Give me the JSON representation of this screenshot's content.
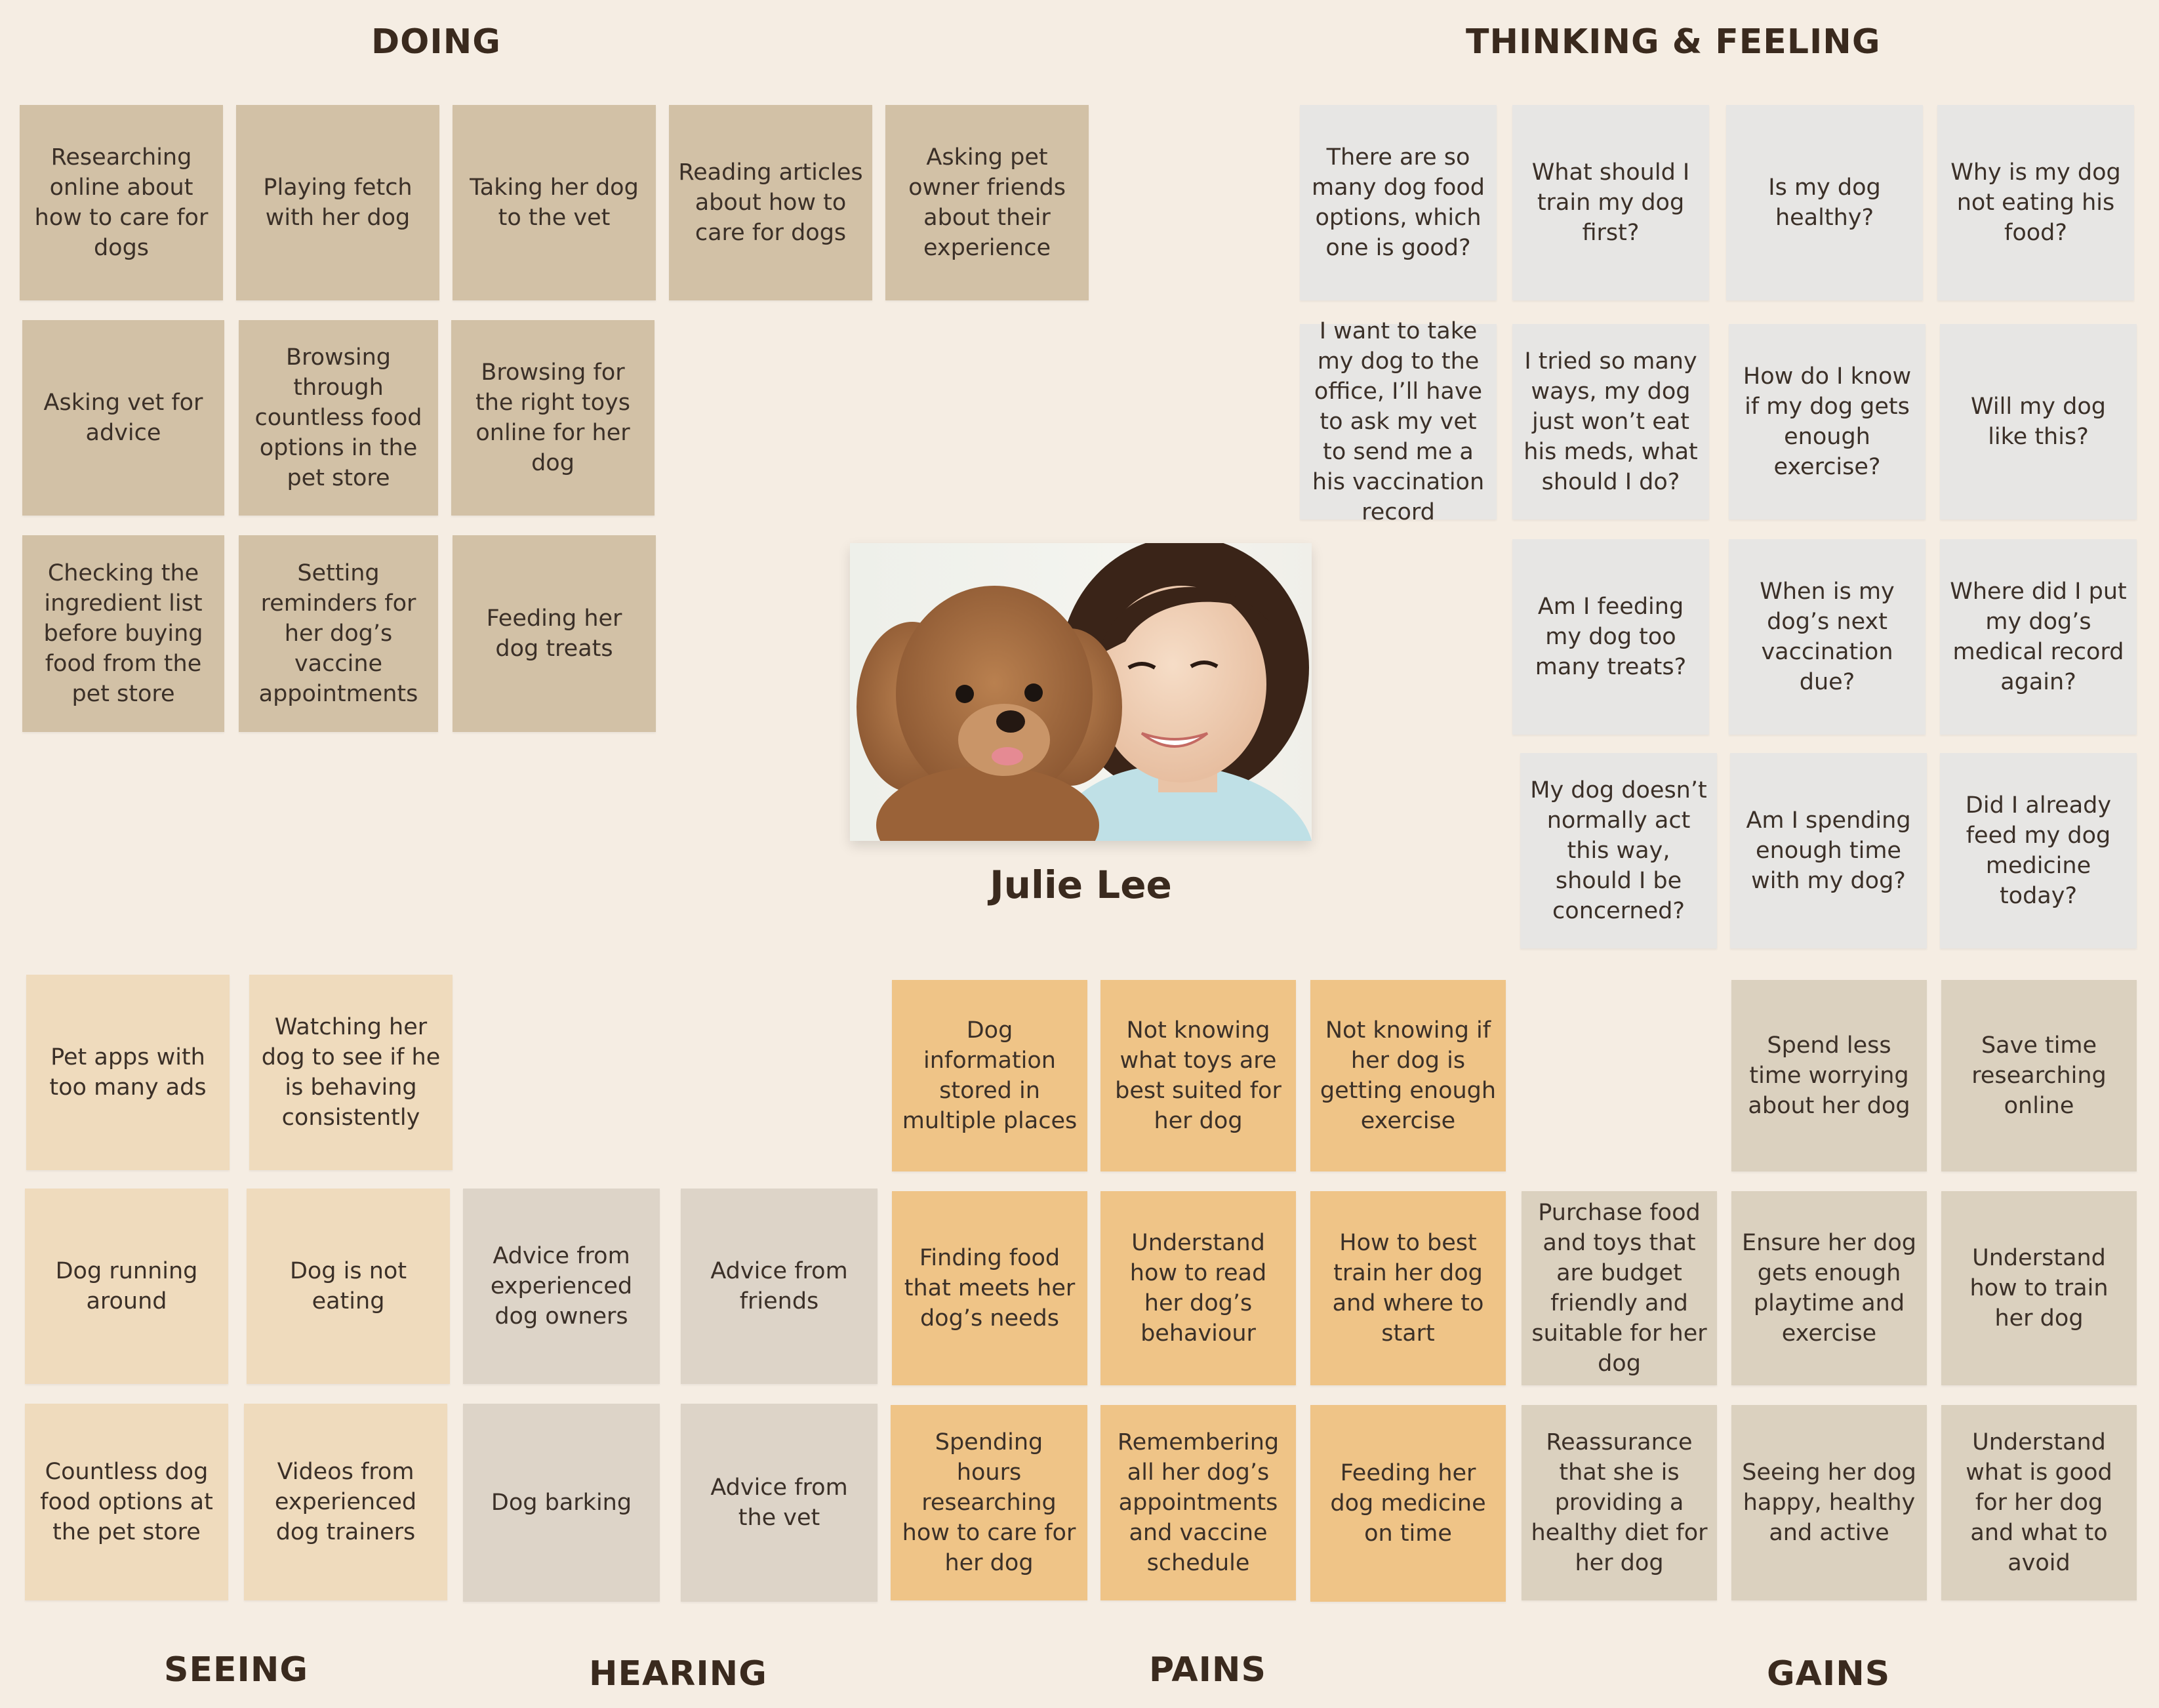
{
  "sections": {
    "doing": "DOING",
    "thinking_feeling": "THINKING & FEELING",
    "seeing": "SEEING",
    "hearing": "HEARING",
    "pains": "PAINS",
    "gains": "GAINS"
  },
  "persona": {
    "name": "Julie Lee",
    "photo": "woman-with-poodle-photo"
  },
  "doing": [
    "Researching online about how to care for dogs",
    "Playing fetch with her dog",
    "Taking her dog to the vet",
    "Reading articles about how to care for dogs",
    "Asking pet owner friends about their experience",
    "Asking vet for advice",
    "Browsing through countless food options in the pet store",
    "Browsing for the right toys online for her dog",
    "Checking the ingredient list before buying food from the pet store",
    "Setting reminders for her dog’s vaccine appointments",
    "Feeding her dog treats"
  ],
  "thinking_feeling": [
    "There are so many dog food options, which one is good?",
    "What should I train my dog first?",
    "Is my dog healthy?",
    "Why is my dog not eating his food?",
    "I want to take my dog to the office, I’ll have to ask my vet to send me a his vaccination record",
    "I tried so many ways, my dog just won’t eat his meds, what should I do?",
    "How do I know if my dog gets enough exercise?",
    "Will my dog like this?",
    "Am I feeding my dog too many treats?",
    "When is my dog’s next vaccination due?",
    "Where did I put my dog’s medical record again?",
    "My dog doesn’t normally act this way, should I be concerned?",
    "Am I spending enough time with my dog?",
    "Did I already feed my dog medicine today?"
  ],
  "seeing": [
    "Pet apps with too many ads",
    "Watching her dog to see if he is behaving consistently",
    "Dog running around",
    "Dog is not eating",
    "Countless dog food options at the pet store",
    "Videos from experienced dog trainers"
  ],
  "hearing": [
    "Advice from experienced dog owners",
    "Advice from friends",
    "Dog barking",
    "Advice from the vet"
  ],
  "pains": [
    "Dog information stored in multiple places",
    "Not knowing what toys are best suited for her dog",
    "Not knowing if her dog is getting enough exercise",
    "Finding food that meets her dog’s needs",
    "Understand how to read her dog’s behaviour",
    "How to best train her dog and where to start",
    "Spending hours researching how to care for her dog",
    "Remembering all her dog’s appointments and vaccine schedule",
    "Feeding her dog medicine on time"
  ],
  "gains": [
    "Spend less time worrying about her dog",
    "Save time researching online",
    "Purchase food and toys that are budget friendly and suitable for her dog",
    "Ensure her dog gets enough playtime and exercise",
    "Understand how to train her dog",
    "Reassurance that she is providing a healthy diet for her dog",
    "Seeing her dog happy, healthy and active",
    "Understand what is good for her dog and what to avoid"
  ],
  "colors": {
    "background": "#f5ede3",
    "doing": "#d2c1a6",
    "thinking_feeling": "#e7e6e4",
    "seeing": "#efdbbd",
    "hearing": "#ddd4c8",
    "pains": "#efc487",
    "gains": "#dbd1bf"
  }
}
